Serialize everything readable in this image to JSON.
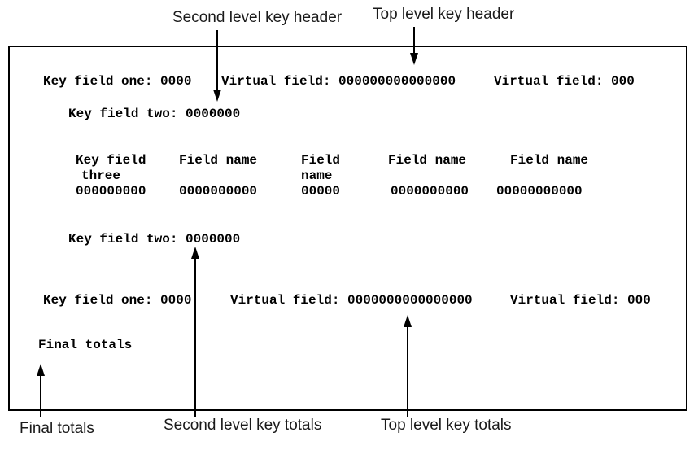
{
  "colors": {
    "foreground": "#000000",
    "background": "#ffffff"
  },
  "callouts": {
    "second_level_key_header": "Second level key header",
    "top_level_key_header": "Top level key header",
    "final_totals": "Final totals",
    "second_level_key_totals": "Second level key totals",
    "top_level_key_totals": "Top level key totals"
  },
  "report": {
    "top_header": {
      "key_field_one": "Key field one: 0000",
      "virtual_field_long": "Virtual field: 000000000000000",
      "virtual_field_short": "Virtual field: 000"
    },
    "second_header": {
      "key_field_two": "Key field two: 0000000"
    },
    "columns": [
      {
        "header_line1": "Key field",
        "header_line2": "three",
        "value": "000000000"
      },
      {
        "header_line1": "Field name",
        "header_line2": "",
        "value": "0000000000"
      },
      {
        "header_line1": "Field",
        "header_line2": "name",
        "value": "00000"
      },
      {
        "header_line1": "Field name",
        "header_line2": "",
        "value": "0000000000"
      },
      {
        "header_line1": "Field name",
        "header_line2": "",
        "value": "00000000000"
      }
    ],
    "second_totals": {
      "key_field_two": "Key field two: 0000000"
    },
    "top_totals": {
      "key_field_one": "Key field one: 0000",
      "virtual_field_long": "Virtual field: 0000000000000000",
      "virtual_field_short": "Virtual field: 000"
    },
    "final_totals": "Final totals"
  }
}
